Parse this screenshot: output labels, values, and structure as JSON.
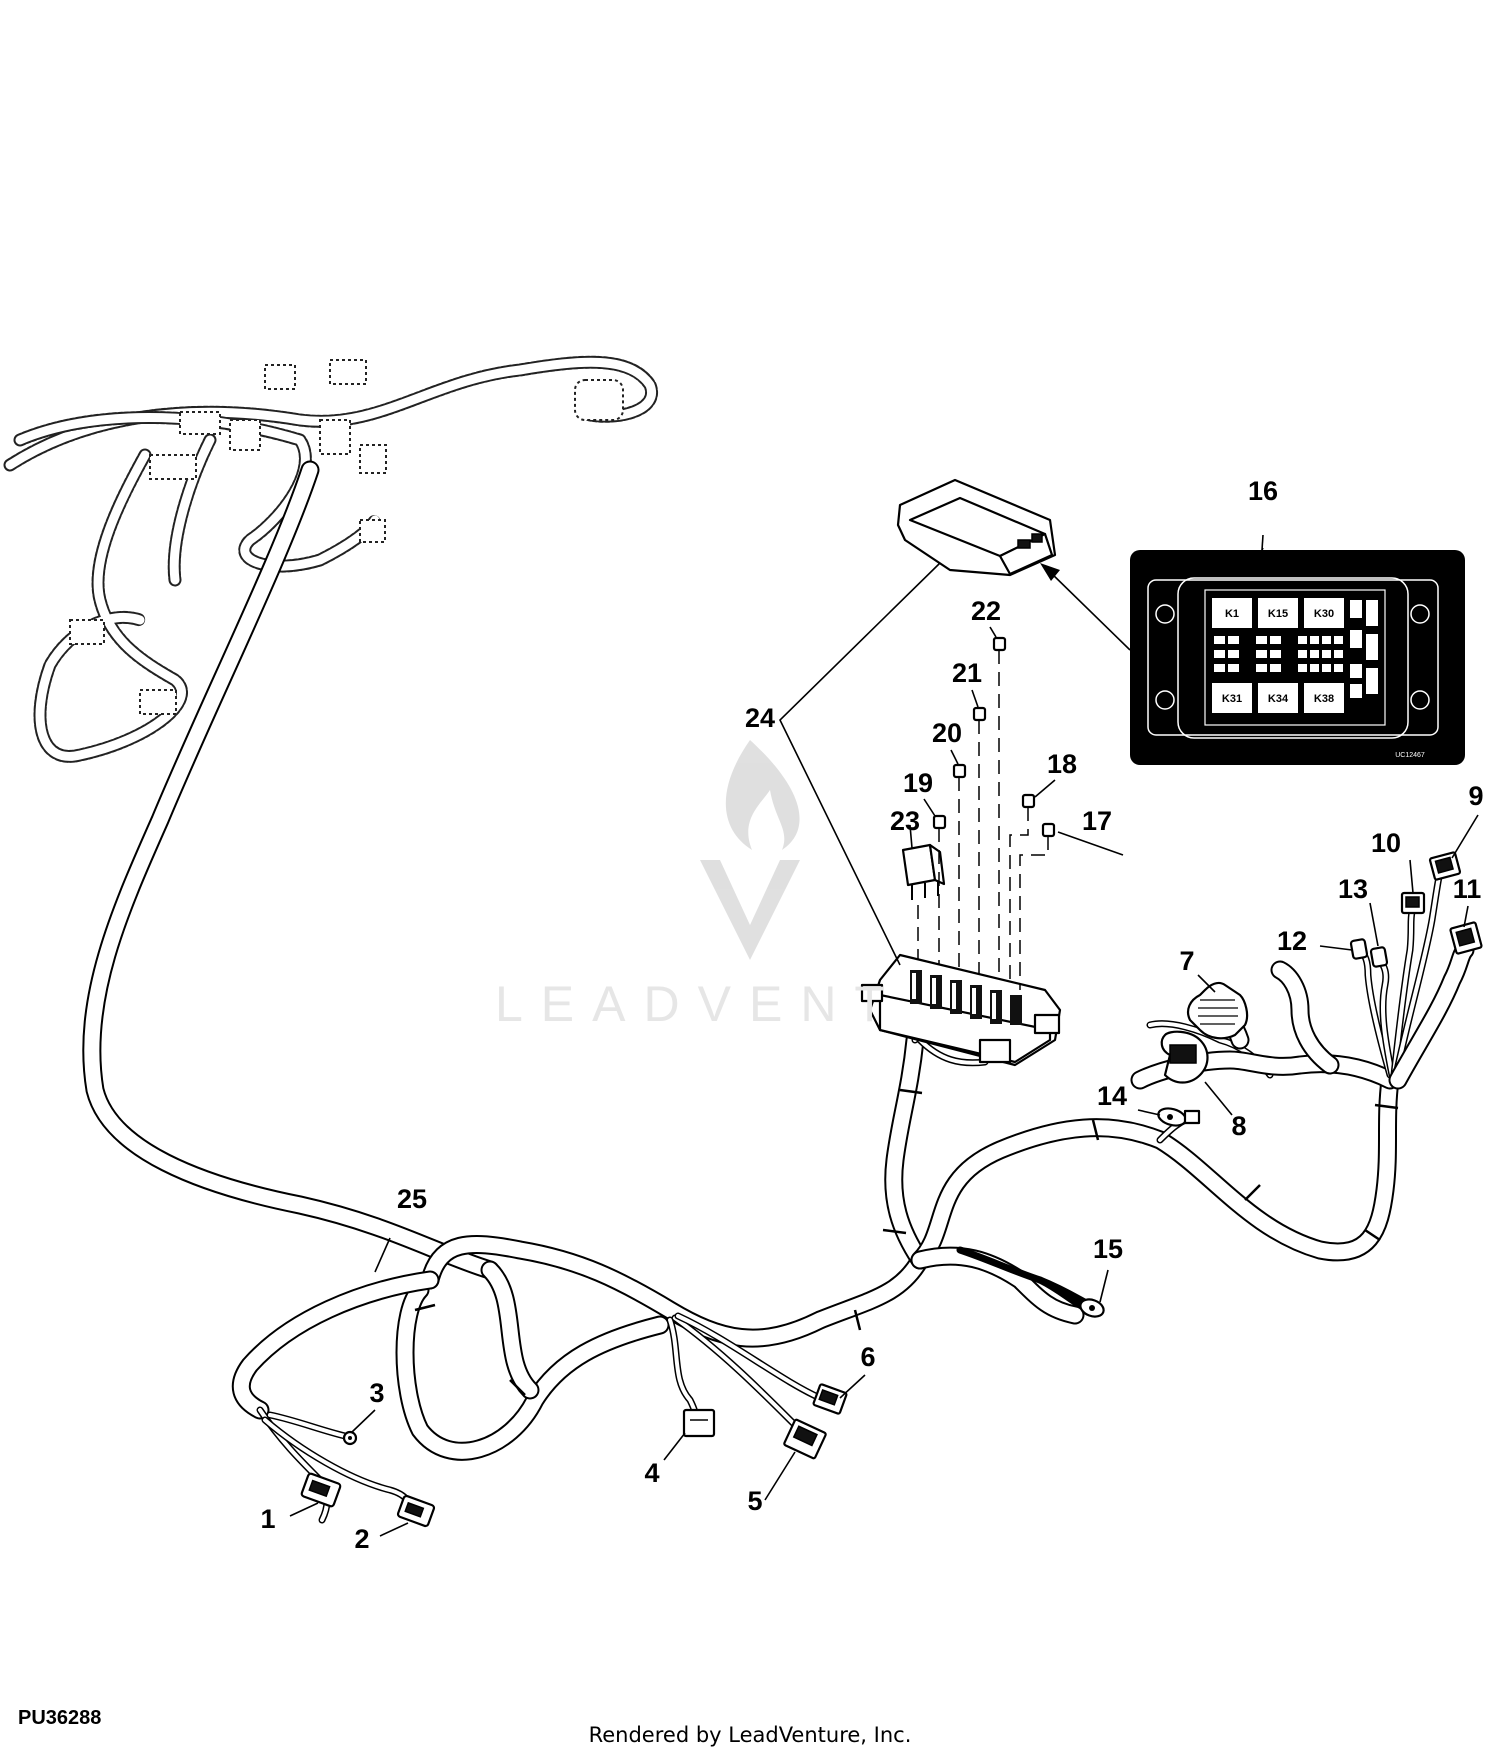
{
  "figure_id": "PU36288",
  "footer": "Rendered by LeadVenture, Inc.",
  "watermark": "LEADVENT",
  "inset": {
    "relays_top": [
      "K1",
      "K15",
      "K30"
    ],
    "relays_bottom": [
      "K31",
      "K34",
      "K38"
    ],
    "code": "UC12467"
  },
  "callouts": [
    "1",
    "2",
    "3",
    "4",
    "5",
    "6",
    "7",
    "8",
    "9",
    "10",
    "11",
    "12",
    "13",
    "14",
    "15",
    "16",
    "17",
    "18",
    "19",
    "20",
    "21",
    "22",
    "23",
    "24",
    "25"
  ]
}
